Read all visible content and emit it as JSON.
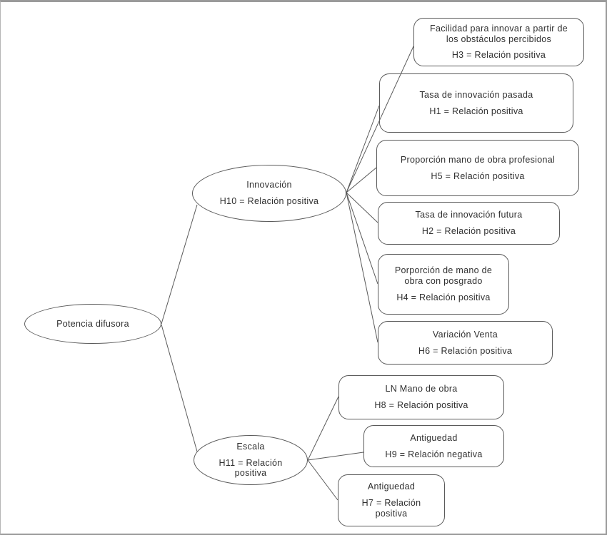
{
  "diagram": {
    "root": {
      "id": "root",
      "label": "Potencia difusora"
    },
    "hubs": [
      {
        "id": "innovacion",
        "title": "Innovación",
        "hypothesis": "H10 = Relación positiva"
      },
      {
        "id": "escala",
        "title": "Escala",
        "hypothesis": "H11 = Relación positiva"
      }
    ],
    "nodes": [
      {
        "id": "h3",
        "title": "Facilidad para innovar a partir de los obstáculos percibidos",
        "hypothesis": "H3 = Relación positiva"
      },
      {
        "id": "h1",
        "title": "Tasa de innovación pasada",
        "hypothesis": "H1 = Relación positiva"
      },
      {
        "id": "h5",
        "title": "Proporción mano de obra profesional",
        "hypothesis": "H5 = Relación positiva"
      },
      {
        "id": "h2",
        "title": "Tasa de innovación futura",
        "hypothesis": "H2 = Relación positiva"
      },
      {
        "id": "h4",
        "title": "Porporción de mano de obra con posgrado",
        "hypothesis": "H4 = Relación positiva"
      },
      {
        "id": "h6",
        "title": "Variación Venta",
        "hypothesis": "H6 = Relación positiva"
      },
      {
        "id": "h8",
        "title": "LN Mano de obra",
        "hypothesis": "H8 = Relación positiva"
      },
      {
        "id": "h9",
        "title": "Antiguedad",
        "hypothesis": "H9 = Relación negativa"
      },
      {
        "id": "h7",
        "title": "Antiguedad",
        "hypothesis": "H7 = Relación positiva"
      }
    ],
    "edges": [
      {
        "from": "root",
        "to": "innovacion"
      },
      {
        "from": "root",
        "to": "escala"
      },
      {
        "from": "innovacion",
        "to": "h3"
      },
      {
        "from": "innovacion",
        "to": "h1"
      },
      {
        "from": "innovacion",
        "to": "h5"
      },
      {
        "from": "innovacion",
        "to": "h2"
      },
      {
        "from": "innovacion",
        "to": "h4"
      },
      {
        "from": "innovacion",
        "to": "h6"
      },
      {
        "from": "escala",
        "to": "h8"
      },
      {
        "from": "escala",
        "to": "h9"
      },
      {
        "from": "escala",
        "to": "h7"
      }
    ],
    "colors": {
      "stroke": "#5a5a5a",
      "text": "#303030",
      "background": "#ffffff",
      "frame_border": "#9a9a9a"
    }
  }
}
